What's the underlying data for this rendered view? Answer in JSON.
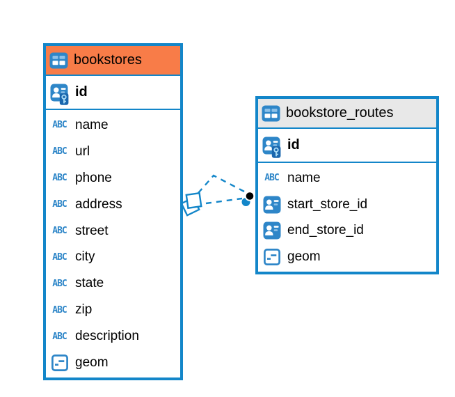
{
  "canvas": {
    "background": "#ffffff"
  },
  "colors": {
    "line_blue": "#1386c9",
    "icon_blue": "#2e86c8",
    "icon_blue_light": "#8cc0e8",
    "key_badge_blue": "#1a67ae",
    "key_glyph_blue": "#aadcf7",
    "header_orange": "#f87c48",
    "header_gray": "#e8e8e8",
    "text_black": "#000000"
  },
  "icons": {
    "abc_label": "ABC"
  },
  "tables": [
    {
      "title": "bookstores",
      "header_bg": "#f87c48",
      "primary_key": {
        "name": "id",
        "icon": "person-key-icon"
      },
      "columns": [
        {
          "name": "name",
          "icon": "text-type-icon"
        },
        {
          "name": "url",
          "icon": "text-type-icon"
        },
        {
          "name": "phone",
          "icon": "text-type-icon"
        },
        {
          "name": "address",
          "icon": "text-type-icon"
        },
        {
          "name": "street",
          "icon": "text-type-icon"
        },
        {
          "name": "city",
          "icon": "text-type-icon"
        },
        {
          "name": "state",
          "icon": "text-type-icon"
        },
        {
          "name": "zip",
          "icon": "text-type-icon"
        },
        {
          "name": "description",
          "icon": "text-type-icon"
        },
        {
          "name": "geom",
          "icon": "geometry-type-icon"
        }
      ]
    },
    {
      "title": "bookstore_routes",
      "header_bg": "#e8e8e8",
      "primary_key": {
        "name": "id",
        "icon": "person-key-icon"
      },
      "columns": [
        {
          "name": "name",
          "icon": "text-type-icon"
        },
        {
          "name": "start_store_id",
          "icon": "person-type-icon"
        },
        {
          "name": "end_store_id",
          "icon": "person-type-icon"
        },
        {
          "name": "geom",
          "icon": "geometry-type-icon"
        }
      ]
    }
  ],
  "connectors": {
    "count": 2,
    "style": "dashed"
  }
}
